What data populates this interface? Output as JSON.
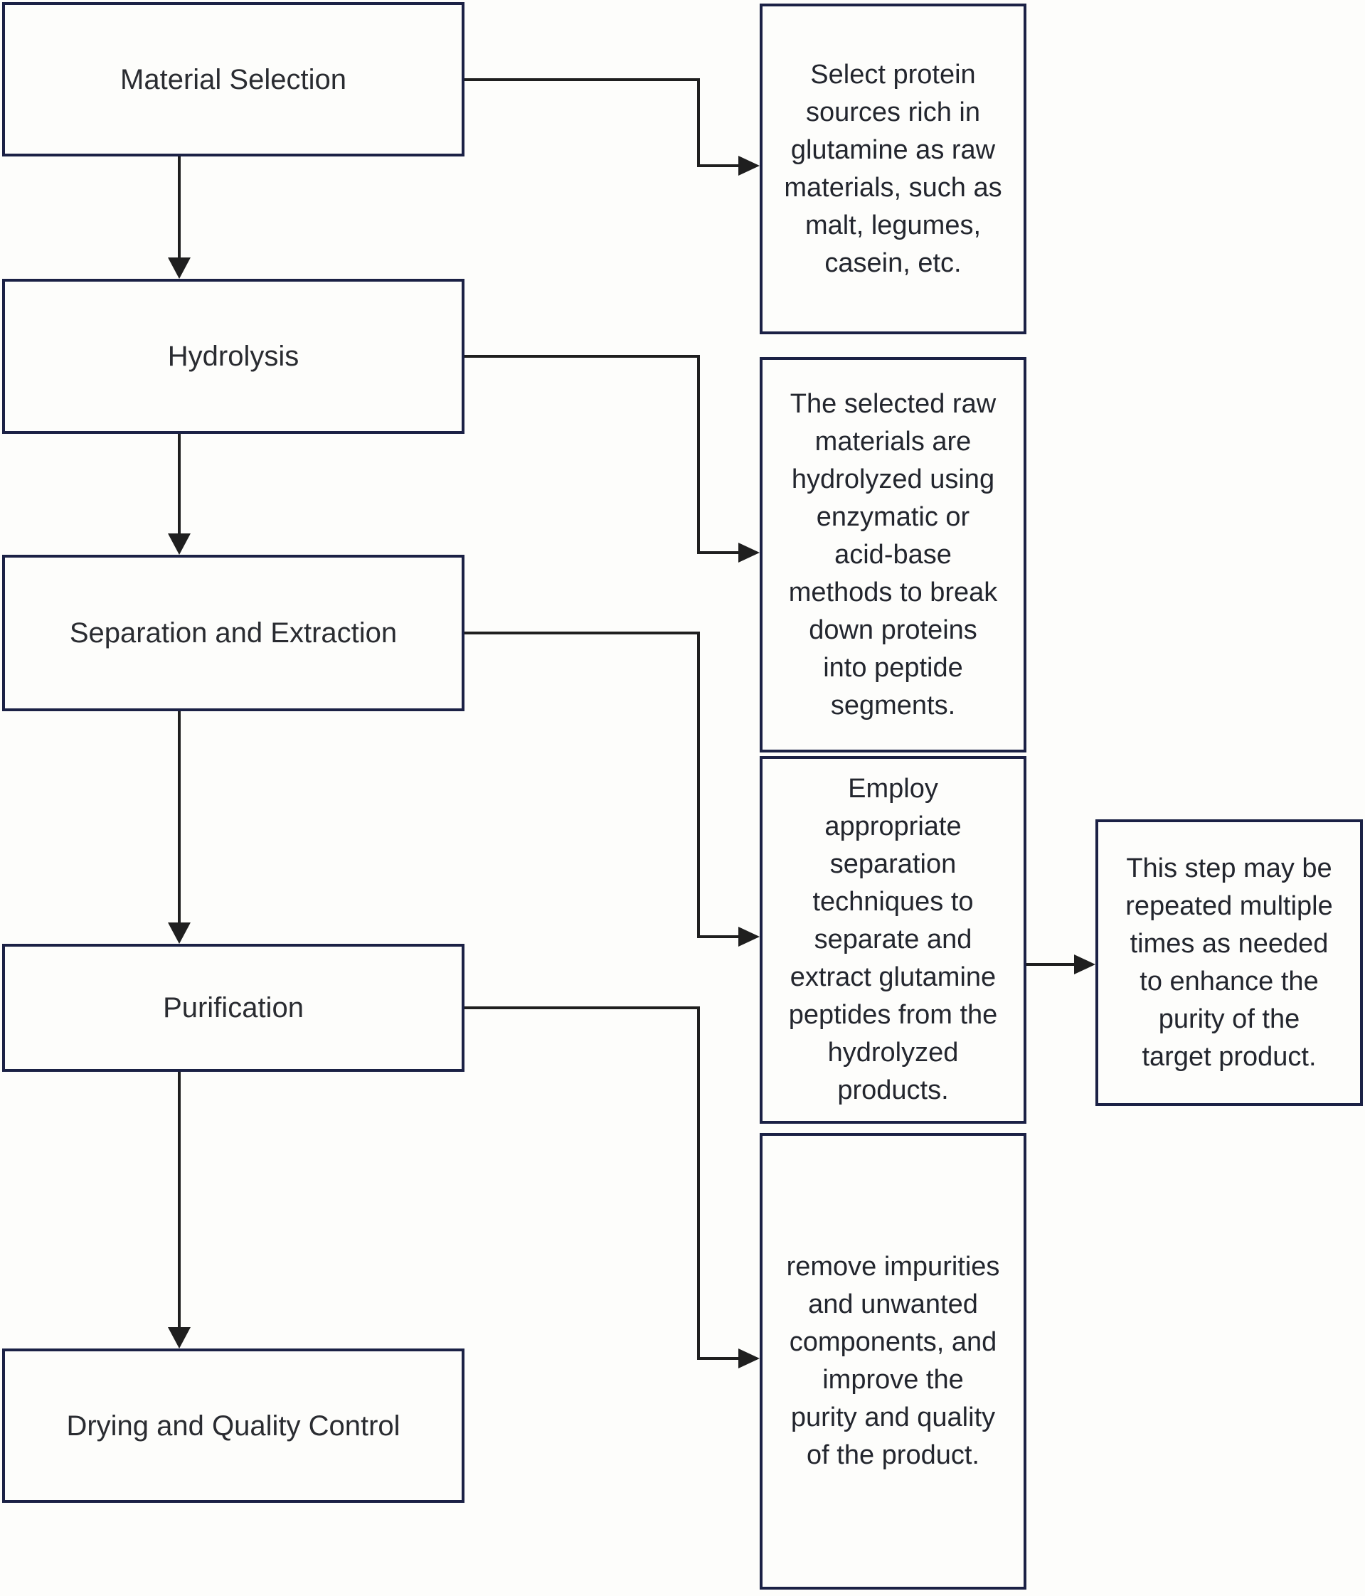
{
  "palette": {
    "background": "#fdfdfb",
    "box_border": "#1b2145",
    "connector_line": "#1f1f1f",
    "text_color": "#26282e"
  },
  "flowchart": {
    "steps": [
      {
        "label": "Material Selection"
      },
      {
        "label": "Hydrolysis"
      },
      {
        "label": "Separation and Extraction"
      },
      {
        "label": "Purification"
      },
      {
        "label": "Drying and Quality Control"
      }
    ],
    "descriptions": [
      {
        "text": "Select protein\nsources rich in\nglutamine as raw\nmaterials, such as\nmalt, legumes,\ncasein, etc."
      },
      {
        "text": "The selected raw\nmaterials are\nhydrolyzed using\nenzymatic or\nacid-base\nmethods to break\ndown proteins\ninto peptide\nsegments."
      },
      {
        "text": "Employ\nappropriate\nseparation\ntechniques to\nseparate and\nextract glutamine\npeptides from the\nhydrolyzed\nproducts."
      },
      {
        "text": "remove impurities\nand unwanted\ncomponents, and\nimprove the\npurity and quality\nof the product."
      }
    ],
    "note": {
      "text": "This step may be\nrepeated multiple\ntimes as needed\nto enhance the\npurity of the\ntarget product."
    }
  }
}
